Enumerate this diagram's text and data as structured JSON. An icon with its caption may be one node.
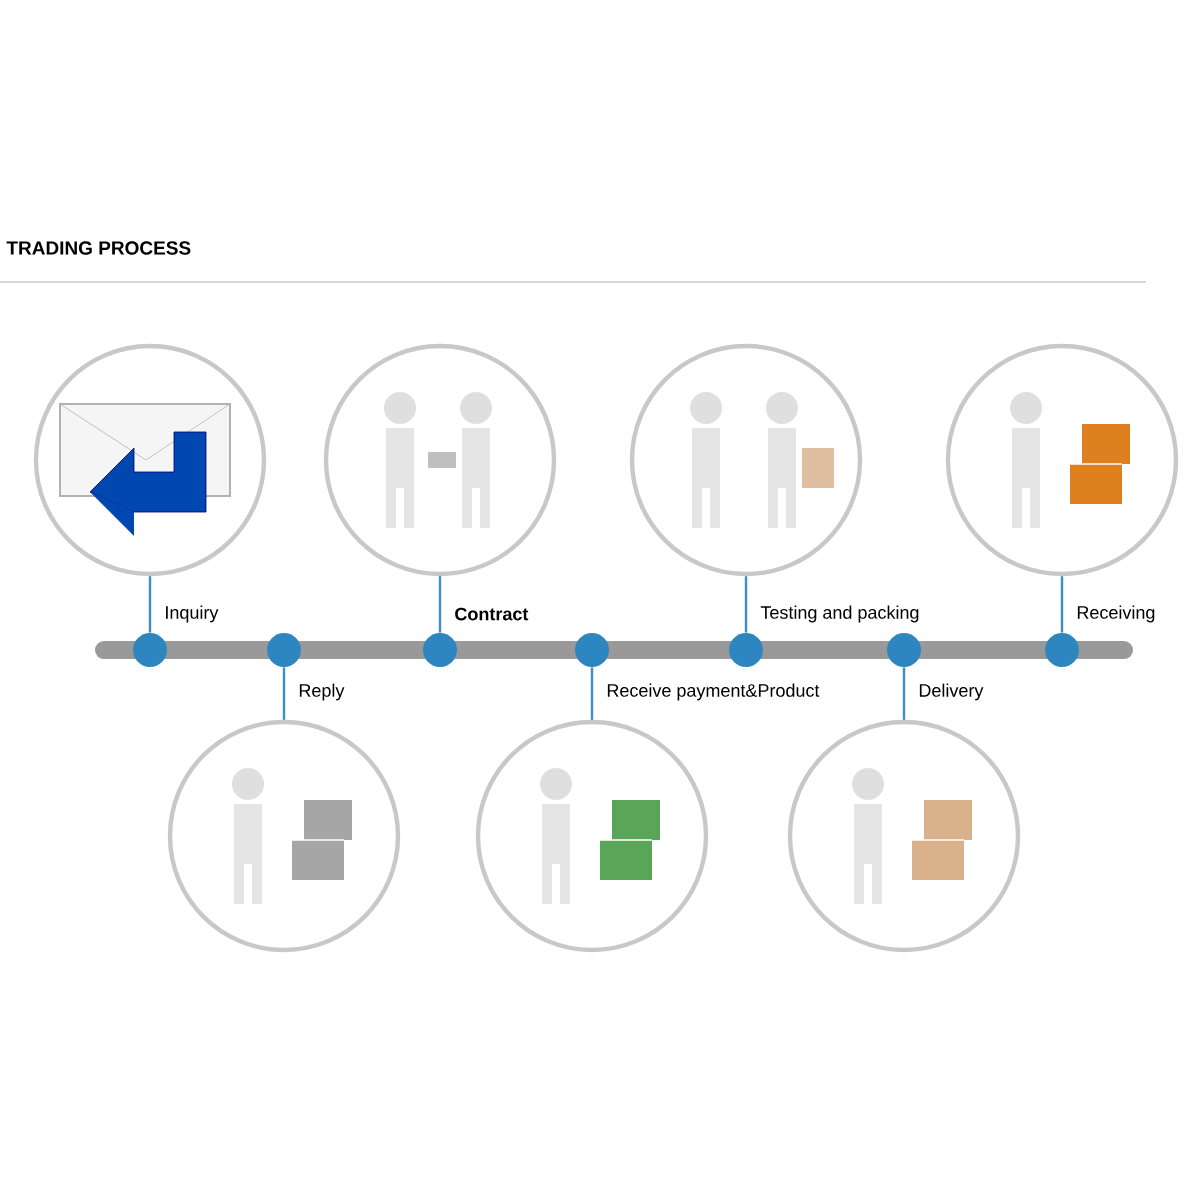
{
  "diagram": {
    "title": "TRADING PROCESS",
    "nodes": [
      {
        "text": [],
        "shape": "picture"
      },
      {
        "text": [],
        "shape": "picture"
      },
      {
        "text": [],
        "shape": "picture"
      },
      {
        "text": [],
        "shape": "picture"
      },
      {
        "text": [],
        "shape": "picture"
      },
      {
        "text": [],
        "shape": "picture"
      },
      {
        "text": [],
        "shape": "picture"
      },
      {
        "text": [],
        "shape": "circle",
        "beside": [
          "Inquiry"
        ]
      },
      {
        "text": [],
        "shape": "circle",
        "beside": [
          "Reply"
        ]
      },
      {
        "text": [],
        "shape": "circle",
        "beside": [
          "Contract"
        ]
      },
      {
        "text": [],
        "shape": "circle",
        "beside": [
          "Receive payment&Product"
        ]
      },
      {
        "text": [],
        "shape": "circle",
        "beside": [
          "Testing and packing"
        ]
      },
      {
        "text": [],
        "shape": "circle",
        "beside": [
          "Delivery"
        ]
      },
      {
        "text": [],
        "shape": "circle",
        "beside": [
          "Receiving"
        ]
      }
    ],
    "edges": [
      {
        "from": 7,
        "to": 0,
        "arrow": "none"
      },
      {
        "from": 8,
        "to": 1,
        "arrow": "none"
      },
      {
        "from": 9,
        "to": 2,
        "arrow": "none"
      },
      {
        "from": 10,
        "to": 3,
        "arrow": "none"
      },
      {
        "from": 11,
        "to": 4,
        "arrow": "none"
      },
      {
        "from": 12,
        "to": 5,
        "arrow": "none"
      },
      {
        "from": 13,
        "to": 6,
        "arrow": "none"
      }
    ]
  }
}
